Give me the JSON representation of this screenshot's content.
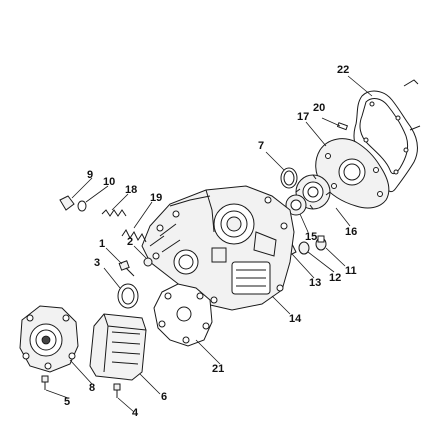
{
  "diagram": {
    "callouts": [
      {
        "id": "1",
        "text": "1"
      },
      {
        "id": "2",
        "text": "2"
      },
      {
        "id": "3",
        "text": "3"
      },
      {
        "id": "4",
        "text": "4"
      },
      {
        "id": "5",
        "text": "5"
      },
      {
        "id": "6",
        "text": "6"
      },
      {
        "id": "7",
        "text": "7"
      },
      {
        "id": "8",
        "text": "8"
      },
      {
        "id": "9",
        "text": "9"
      },
      {
        "id": "10",
        "text": "10"
      },
      {
        "id": "11",
        "text": "11"
      },
      {
        "id": "12",
        "text": "12"
      },
      {
        "id": "13",
        "text": "13"
      },
      {
        "id": "14",
        "text": "14"
      },
      {
        "id": "15",
        "text": "15"
      },
      {
        "id": "16",
        "text": "16"
      },
      {
        "id": "17",
        "text": "17"
      },
      {
        "id": "18",
        "text": "18"
      },
      {
        "id": "19",
        "text": "19"
      },
      {
        "id": "20",
        "text": "20"
      },
      {
        "id": "21",
        "text": "21"
      },
      {
        "id": "22",
        "text": "22"
      }
    ]
  }
}
